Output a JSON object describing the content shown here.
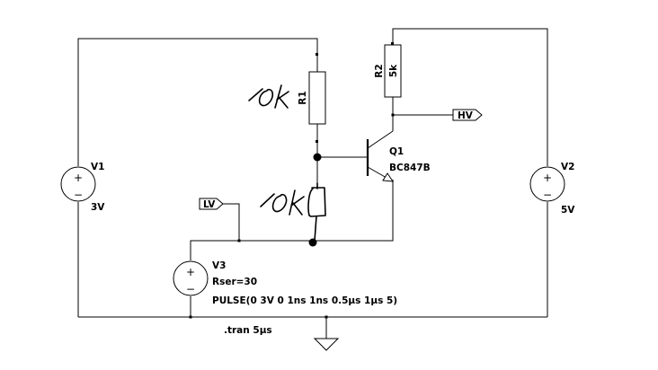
{
  "components": {
    "v1": {
      "name": "V1",
      "value": "3V"
    },
    "v2": {
      "name": "V2",
      "value": "5V"
    },
    "v3": {
      "name": "V3",
      "rser": "Rser=30",
      "source": "PULSE(0 3V 0 1ns 1ns 0.5µs 1µs 5)"
    },
    "r1": {
      "name": "R1"
    },
    "r2": {
      "name": "R2",
      "value": "5k"
    },
    "q1": {
      "name": "Q1",
      "model": "BC847B"
    }
  },
  "net_labels": {
    "hv": "HV",
    "lv": "LV"
  },
  "directive": ".tran 5µs",
  "symbols": {
    "plus": "+",
    "minus": "−"
  },
  "handwritten": {
    "r1_value": "10k",
    "added_resistor_value": "10k"
  }
}
